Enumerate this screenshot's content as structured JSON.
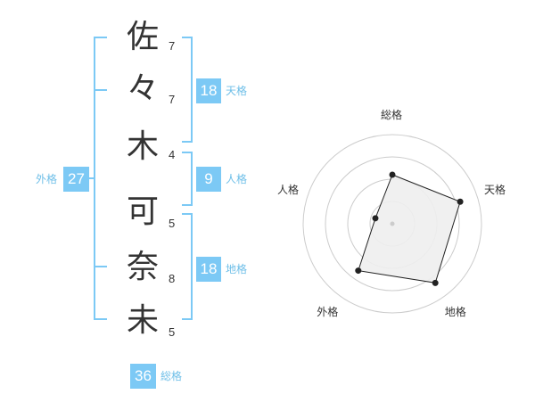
{
  "name_chars": [
    {
      "char": "佐",
      "strokes": "7"
    },
    {
      "char": "々",
      "strokes": "7"
    },
    {
      "char": "木",
      "strokes": "4"
    },
    {
      "char": "可",
      "strokes": "5"
    },
    {
      "char": "奈",
      "strokes": "8"
    },
    {
      "char": "未",
      "strokes": "5"
    }
  ],
  "kaku": {
    "ten": {
      "value": "18",
      "label": "天格"
    },
    "jin": {
      "value": "9",
      "label": "人格"
    },
    "chi": {
      "value": "18",
      "label": "地格"
    },
    "gai": {
      "value": "27",
      "label": "外格"
    },
    "sou": {
      "value": "36",
      "label": "総格"
    }
  },
  "colors": {
    "accent": "#7cc9f5",
    "accent_text": "#6fbfe8",
    "text": "#333333",
    "radar_fill": "#eeeeee",
    "radar_grid": "#cccccc"
  },
  "chart_data": {
    "type": "radar",
    "axes": [
      "総格",
      "天格",
      "地格",
      "外格",
      "人格"
    ],
    "values": [
      0.55,
      0.8,
      0.82,
      0.65,
      0.2
    ],
    "max": 1,
    "rings": 4
  }
}
